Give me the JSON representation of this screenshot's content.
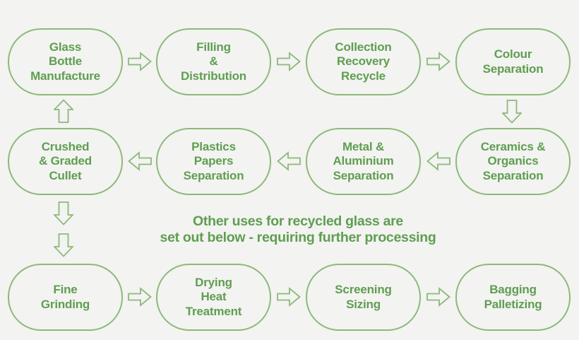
{
  "colors": {
    "bg": "#f3f3f1",
    "outline": "#8cb97a",
    "text": "#5f9e51"
  },
  "nodes": [
    {
      "id": "glass-bottle-manufacture",
      "label": "Glass\nBottle\nManufacture"
    },
    {
      "id": "filling-distribution",
      "label": "Filling\n&\nDistribution"
    },
    {
      "id": "collection-recovery-recycle",
      "label": "Collection\nRecovery\nRecycle"
    },
    {
      "id": "colour-separation",
      "label": "Colour\nSeparation"
    },
    {
      "id": "crushed-graded-cullet",
      "label": "Crushed\n& Graded\nCullet"
    },
    {
      "id": "plastics-papers-separation",
      "label": "Plastics\nPapers\nSeparation"
    },
    {
      "id": "metal-aluminium-separation",
      "label": "Metal &\nAluminium\nSeparation"
    },
    {
      "id": "ceramics-organics-separation",
      "label": "Ceramics &\nOrganics\nSeparation"
    },
    {
      "id": "fine-grinding",
      "label": "Fine\nGrinding"
    },
    {
      "id": "drying-heat-treatment",
      "label": "Drying\nHeat\nTreatment"
    },
    {
      "id": "screening-sizing",
      "label": "Screening\nSizing"
    },
    {
      "id": "bagging-palletizing",
      "label": "Bagging\nPalletizing"
    }
  ],
  "note": {
    "text": "Other uses for recycled glass are\nset out below - requiring further processing"
  },
  "edges": [
    {
      "from": "glass-bottle-manufacture",
      "to": "filling-distribution",
      "direction": "right"
    },
    {
      "from": "filling-distribution",
      "to": "collection-recovery-recycle",
      "direction": "right"
    },
    {
      "from": "collection-recovery-recycle",
      "to": "colour-separation",
      "direction": "right"
    },
    {
      "from": "colour-separation",
      "to": "ceramics-organics-separation",
      "direction": "down"
    },
    {
      "from": "ceramics-organics-separation",
      "to": "metal-aluminium-separation",
      "direction": "left"
    },
    {
      "from": "metal-aluminium-separation",
      "to": "plastics-papers-separation",
      "direction": "left"
    },
    {
      "from": "plastics-papers-separation",
      "to": "crushed-graded-cullet",
      "direction": "left"
    },
    {
      "from": "crushed-graded-cullet",
      "to": "glass-bottle-manufacture",
      "direction": "up"
    },
    {
      "from": "crushed-graded-cullet",
      "to": "fine-grinding",
      "direction": "down",
      "arrow_count": 2
    },
    {
      "from": "fine-grinding",
      "to": "drying-heat-treatment",
      "direction": "right"
    },
    {
      "from": "drying-heat-treatment",
      "to": "screening-sizing",
      "direction": "right"
    },
    {
      "from": "screening-sizing",
      "to": "bagging-palletizing",
      "direction": "right"
    }
  ],
  "icons": {
    "right": "arrow-right-icon",
    "left": "arrow-left-icon",
    "up": "arrow-up-icon",
    "down": "arrow-down-icon"
  }
}
